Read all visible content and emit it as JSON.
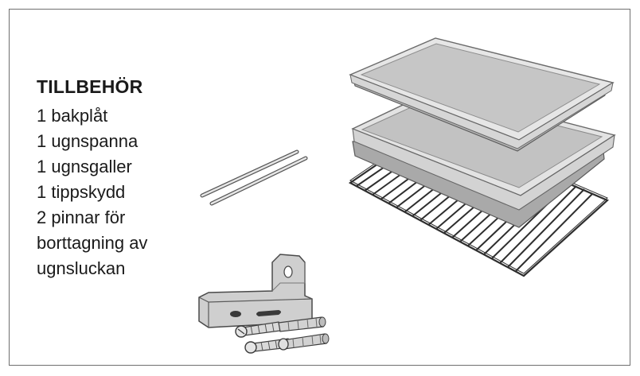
{
  "accessories": {
    "heading": "TILLBEHÖR",
    "items": [
      "1 bakplåt",
      "1 ugnspanna",
      "1 ugnsgaller",
      "1 tippskydd",
      "2 pinnar för",
      "borttagning av",
      "ugnsluckan"
    ]
  },
  "colors": {
    "frame": "#6f6f6f",
    "tray_fill": "#c4c4c4",
    "tray_rim": "#e2e2e2",
    "outline": "#3a3a3a"
  },
  "icons": [
    "baking-tray-icon",
    "roasting-pan-icon",
    "oven-rack-icon",
    "door-removal-pins-icon",
    "anti-tip-bracket-icon",
    "screws-and-wall-plugs-icon"
  ]
}
